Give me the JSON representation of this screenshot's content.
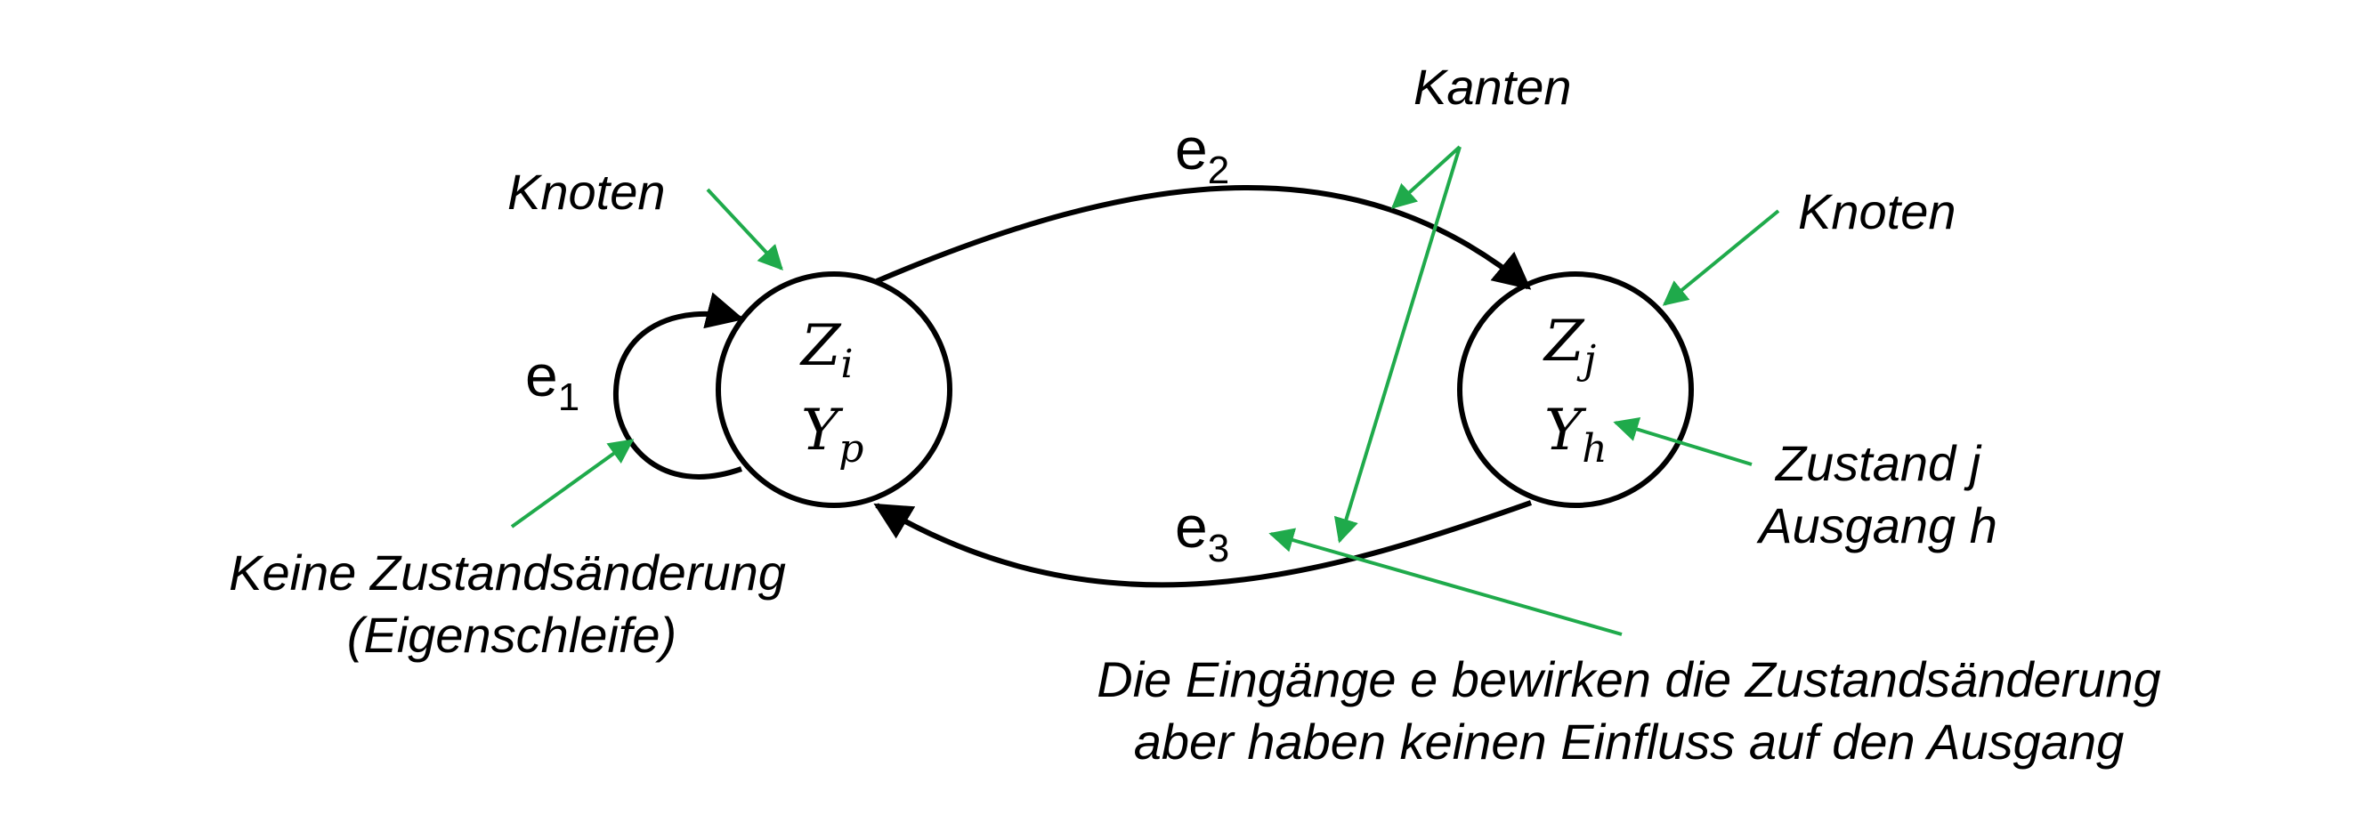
{
  "nodes": [
    {
      "id": "node-i",
      "state": "Z",
      "state_sub": "i",
      "output": "Y",
      "output_sub": "p"
    },
    {
      "id": "node-j",
      "state": "Z",
      "state_sub": "j",
      "output": "Y",
      "output_sub": "h"
    }
  ],
  "edges": [
    {
      "id": "e1",
      "name": "e",
      "sub": "1"
    },
    {
      "id": "e2",
      "name": "e",
      "sub": "2"
    },
    {
      "id": "e3",
      "name": "e",
      "sub": "3"
    }
  ],
  "annotations": {
    "knoten_left": "Knoten",
    "knoten_right": "Knoten",
    "kanten": "Kanten",
    "self_loop_line1": "Keine Zustandsänderung",
    "self_loop_line2": "(Eigenschleife)",
    "state_line1": "Zustand j",
    "state_line2": "Ausgang h",
    "inputs_line1": "Die Eingänge e bewirken die Zustandsänderung",
    "inputs_line2": "aber haben keinen Einfluss auf den Ausgang"
  },
  "colors": {
    "annotation_arrow": "#1faa4b",
    "edge": "#000000",
    "text": "#000000"
  }
}
